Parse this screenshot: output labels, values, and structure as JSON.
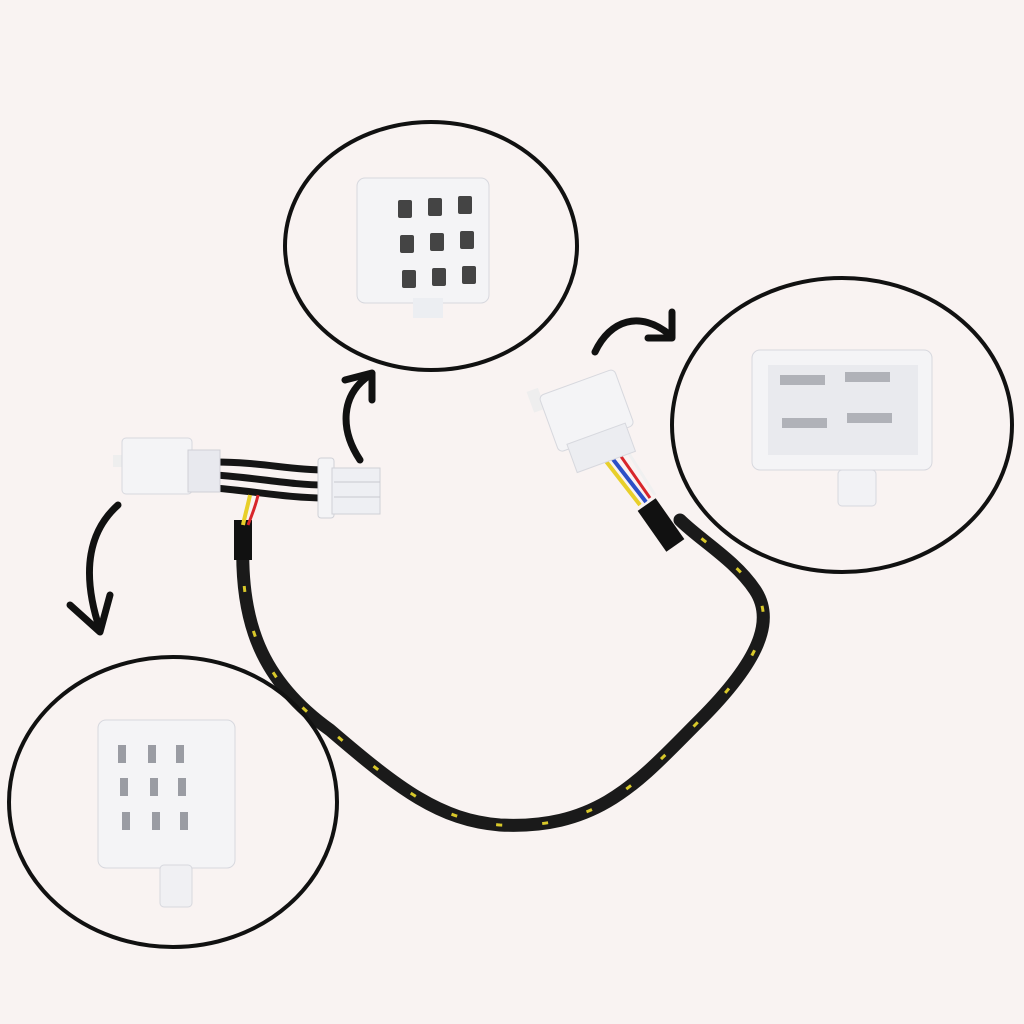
{
  "colors": {
    "background": "#f9f3f2",
    "connector": "#f4f4f6",
    "connector_shadow": "#d7d8de",
    "cable": "#1a1a1a",
    "cable_stripe": "#d8c82a",
    "wire_red": "#d8262b",
    "wire_blue": "#2c4fc7",
    "wire_yellow": "#e8cf2a",
    "pin": "#9a9ca3",
    "outline": "#111111"
  },
  "icons": [
    "arrow-curved-icon",
    "connector-9pin-female",
    "connector-9pin-male",
    "connector-4pin-female",
    "connector-3pin",
    "braided-cable"
  ]
}
